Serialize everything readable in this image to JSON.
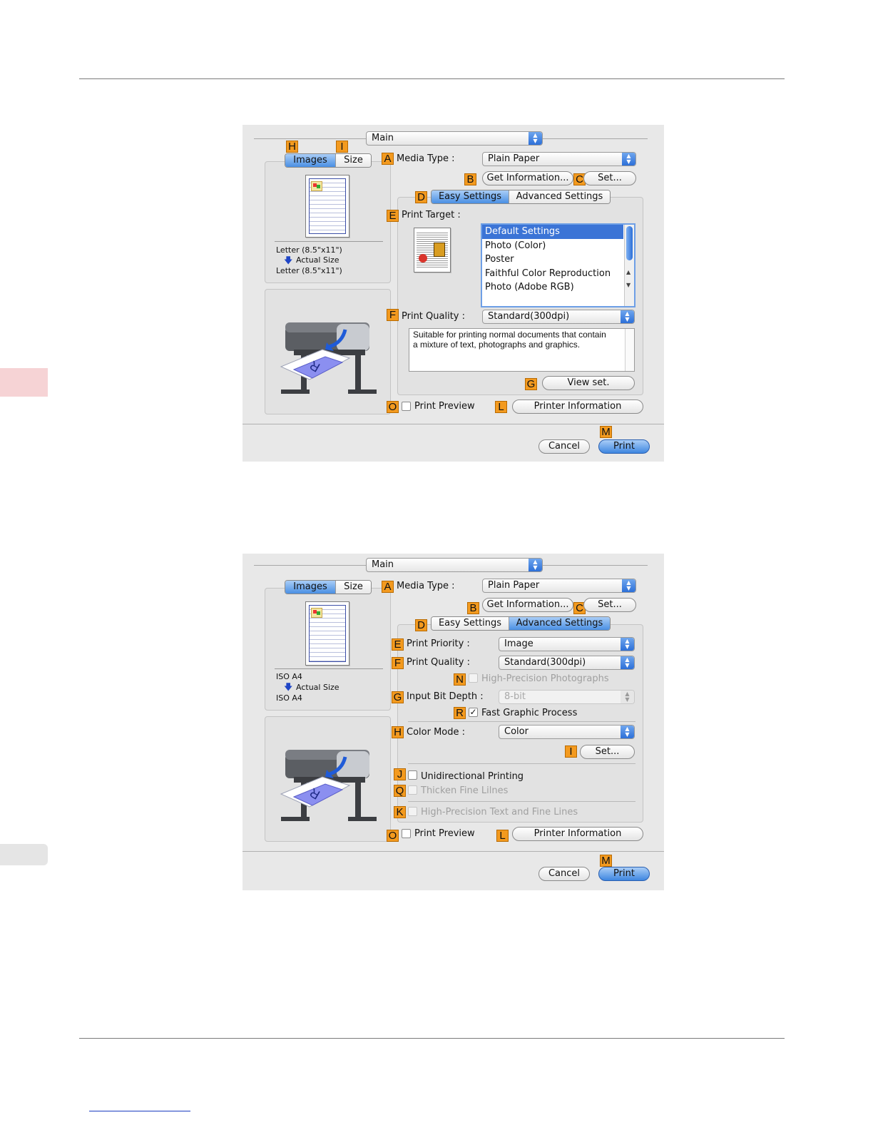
{
  "dialog1": {
    "main_popup": "Main",
    "tabs": [
      "Images",
      "Size"
    ],
    "media_type_label": "Media Type :",
    "media_type_value": "Plain Paper",
    "get_info_button": "Get Information...",
    "set_button": "Set...",
    "mode_tabs": [
      "Easy Settings",
      "Advanced Settings"
    ],
    "active_mode_tab": "Easy Settings",
    "print_target_label": "Print Target :",
    "print_target_items": [
      "Default Settings",
      "Photo (Color)",
      "Poster",
      "Faithful Color Reproduction",
      "Photo (Adobe RGB)"
    ],
    "print_target_selected": "Default Settings",
    "print_quality_label": "Print Quality :",
    "print_quality_value": "Standard(300dpi)",
    "description_line1": "Suitable for printing normal documents that contain",
    "description_line2": "a mixture of text, photographs and graphics.",
    "view_set_button": "View set.",
    "paper_info": [
      "Letter (8.5\"x11\")",
      "Actual Size",
      "Letter (8.5\"x11\")"
    ],
    "print_preview_label": "Print Preview",
    "printer_info_button": "Printer Information",
    "cancel_button": "Cancel",
    "print_button": "Print",
    "markers": {
      "h": "H",
      "i": "I",
      "a": "A",
      "b": "B",
      "c": "C",
      "d": "D",
      "e": "E",
      "f": "F",
      "g": "G",
      "o": "O",
      "l": "L",
      "m": "M"
    }
  },
  "dialog2": {
    "main_popup": "Main",
    "tabs": [
      "Images",
      "Size"
    ],
    "media_type_label": "Media Type :",
    "media_type_value": "Plain Paper",
    "get_info_button": "Get Information...",
    "set_button": "Set...",
    "mode_tabs": [
      "Easy Settings",
      "Advanced Settings"
    ],
    "active_mode_tab": "Advanced Settings",
    "print_priority_label": "Print Priority :",
    "print_priority_value": "Image",
    "print_quality_label": "Print Quality :",
    "print_quality_value": "Standard(300dpi)",
    "high_precision_photos_label": "High-Precision Photographs",
    "input_bit_depth_label": "Input Bit Depth :",
    "input_bit_depth_value": "8-bit",
    "fast_graphic_label": "Fast Graphic Process",
    "color_mode_label": "Color Mode :",
    "color_mode_value": "Color",
    "color_set_button": "Set...",
    "unidirectional_label": "Unidirectional Printing",
    "thicken_label": "Thicken Fine Lilnes",
    "high_precision_text_label": "High-Precision Text and Fine Lines",
    "paper_info": [
      "ISO A4",
      "Actual Size",
      "ISO A4"
    ],
    "print_preview_label": "Print Preview",
    "printer_info_button": "Printer Information",
    "cancel_button": "Cancel",
    "print_button": "Print",
    "markers": {
      "a": "A",
      "b": "B",
      "c": "C",
      "d": "D",
      "e": "E",
      "f": "F",
      "n": "N",
      "g": "G",
      "r": "R",
      "h": "H",
      "i": "I",
      "j": "J",
      "q": "Q",
      "k": "K",
      "o": "O",
      "l": "L",
      "m": "M"
    }
  },
  "colors": {
    "marker": "#f39a1f",
    "selection_blue": "#3b74d6",
    "side_tab_pink": "#f6d3d5",
    "side_tab_gray": "#e5e5e5"
  }
}
